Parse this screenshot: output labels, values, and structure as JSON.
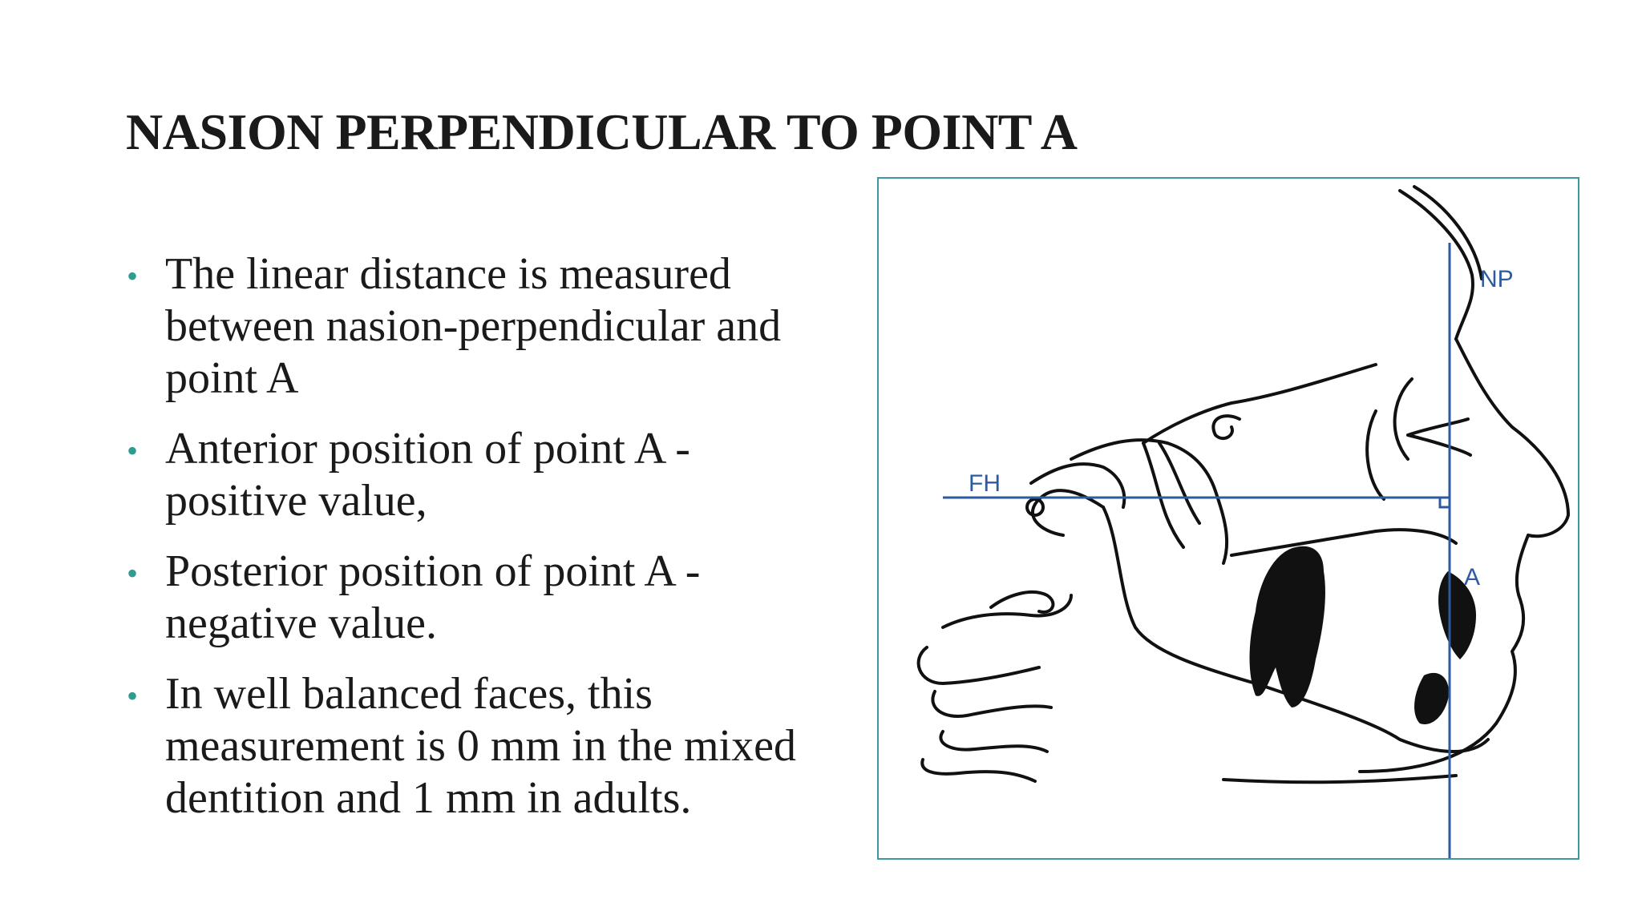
{
  "slide": {
    "title": "NASION PERPENDICULAR TO POINT A",
    "bullet_color": "#2e9c8f",
    "bullets": [
      "The linear distance is measured between nasion-perpendicular and point A",
      "Anterior position of point A - positive value,",
      "Posterior position of point A - negative value.",
      "In well balanced faces, this measurement is 0 mm in the mixed dentition and 1 mm in adults."
    ]
  },
  "figure": {
    "border_color": "#3a9aa0",
    "line_color": "#2d5aa0",
    "labels": {
      "np": "NP",
      "fh": "FH",
      "a": "A"
    }
  }
}
